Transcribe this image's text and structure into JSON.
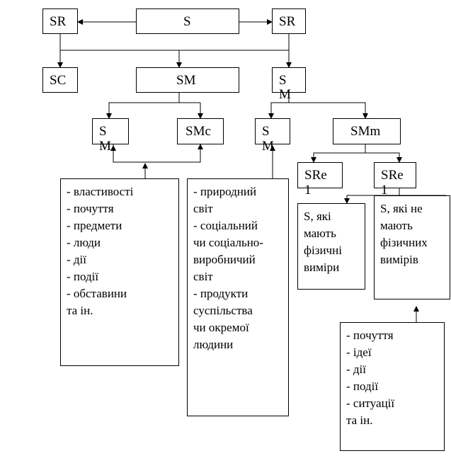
{
  "nodes": {
    "s_top": "S",
    "sr_left": "SR",
    "sr_right": "SR",
    "sc": "SC",
    "sm": "SM",
    "sm_right_top": "S",
    "sm_right_bottom": "M",
    "sm_left_child_top": "S",
    "sm_left_child_bottom": "M",
    "smc": "SMc",
    "sm_mid_child_top": "S",
    "sm_mid_child_bottom": "M",
    "smm": "SMm",
    "sre1_top": "SRe",
    "sre1_bottom": "1",
    "sre2_top": "SRe",
    "sre2_bottom": "1"
  },
  "lists": {
    "left": [
      "- властивості",
      "- почуття",
      "- предмети",
      "- люди",
      "- дії",
      "- події",
      "- обставини",
      "та ін."
    ],
    "middle": [
      "- природний",
      "світ",
      "- соціальний",
      "чи соціально-",
      "виробничий",
      "світ",
      "- продукти",
      "суспільства",
      "чи окремої",
      "людини"
    ],
    "physical": [
      "S, які",
      "мають",
      "фізичні",
      "виміри"
    ],
    "nonphysical": [
      "S, які не",
      "мають",
      "фізичних",
      "вимірів"
    ],
    "bottom_right": [
      "- почуття",
      "- ідеї",
      "- дії",
      "- події",
      "- ситуації",
      "та ін."
    ]
  },
  "colors": {
    "line": "#000000",
    "background": "#ffffff"
  }
}
